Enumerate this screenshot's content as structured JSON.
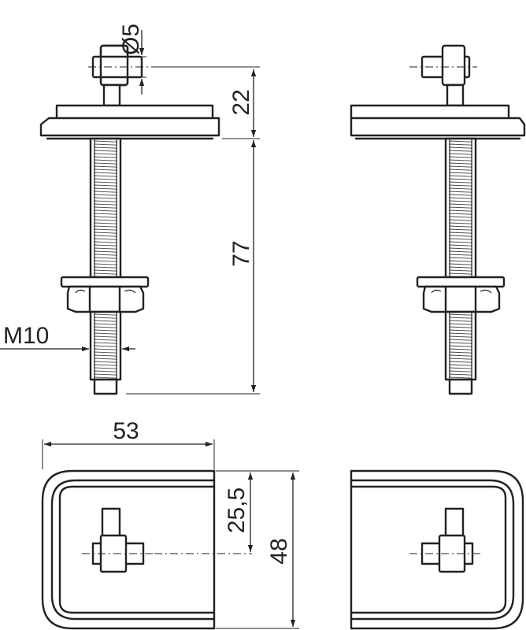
{
  "dimensions": {
    "pin_diameter": "Ø5",
    "plate_to_pin": "22",
    "thread_length": "77",
    "thread_size": "M10",
    "width": "53",
    "half_depth": "25,5",
    "depth": "48"
  }
}
